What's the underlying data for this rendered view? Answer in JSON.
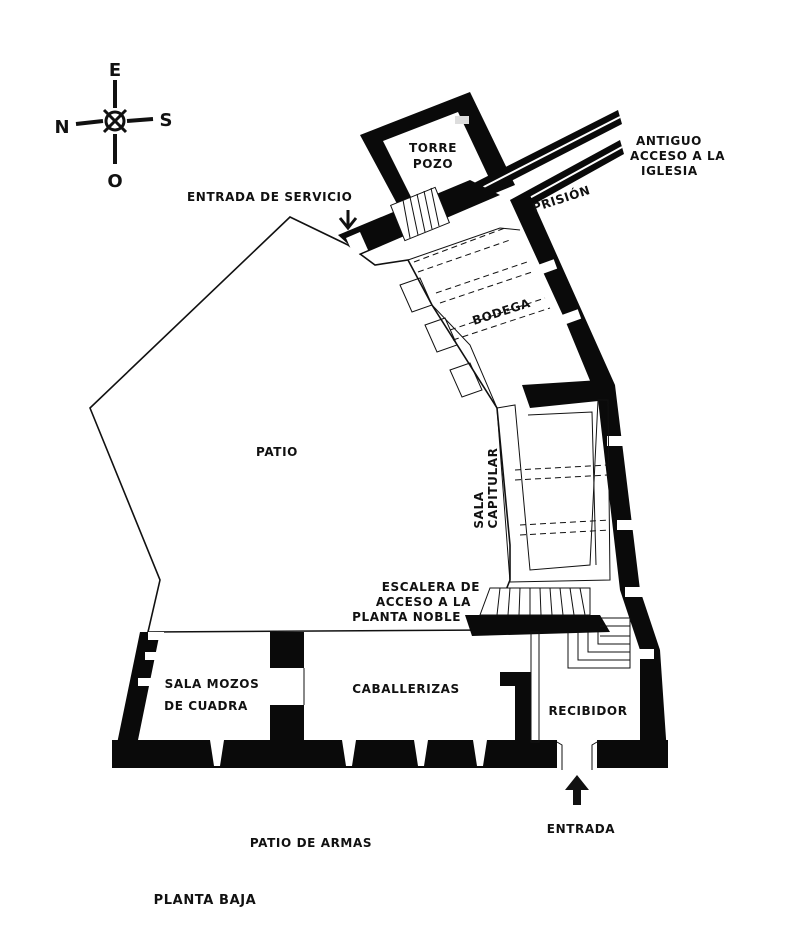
{
  "compass": {
    "east": "E",
    "north": "N",
    "south": "S",
    "west": "O"
  },
  "labels": {
    "torre_line1": "TORRE",
    "torre_line2": "POZO",
    "antiguo_line1": "ANTIGUO",
    "antiguo_line2": "ACCESO A LA",
    "antiguo_line3": "IGLESIA",
    "entrada_servicio": "ENTRADA DE SERVICIO",
    "prision": "PRISIÓN",
    "bodega": "BODEGA",
    "patio": "PATIO",
    "sala_line1": "SALA",
    "sala_line2": "CAPITULAR",
    "escalera_line1": "ESCALERA DE",
    "escalera_line2": "ACCESO A LA",
    "escalera_line3": "PLANTA NOBLE",
    "sala_mozos_line1": "SALA MOZOS",
    "sala_mozos_line2": "DE CUADRA",
    "caballerizas": "CABALLERIZAS",
    "recibidor": "RECIBIDOR",
    "entrada": "ENTRADA",
    "patio_armas": "PATIO DE ARMAS",
    "planta_baja": "PLANTA BAJA"
  },
  "colors": {
    "wall": "#0a0a0a",
    "background": "#ffffff"
  }
}
